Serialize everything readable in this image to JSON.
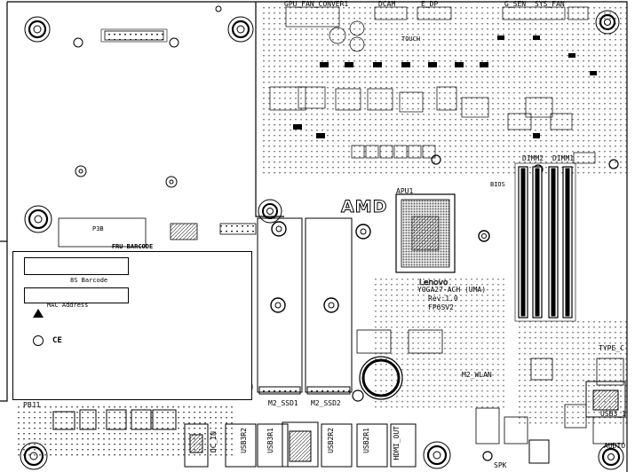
{
  "board": {
    "model": "YOGA27-ACH (UMA)",
    "revision": "Rev:1.0",
    "fru": "FP6SV2",
    "brand_amd": "AMD",
    "brand_lenovo": "Lenovo"
  },
  "labels": {
    "gpu_fan_conn": "GPU_FAN_CONVER1",
    "dcam": "DCAM",
    "edp": "E_DP",
    "g_sen": "G_SEN",
    "sys_fan": "SYS_FAN",
    "touch": "TOUCH",
    "apu": "APU1",
    "dimm2": "DIMM2",
    "dimm1": "DIMM1",
    "bios": "BIOS",
    "m2_ssd1": "M2_SSD1",
    "m2_ssd2": "M2_SSD2",
    "m2_wlan": "M2_WLAN",
    "type_c": "TYPE_C",
    "usb3_1": "USB3_1",
    "audio": "AUDIO",
    "spk": "SPK",
    "pbj1": "PBJ1",
    "dc_in": "DC_IN",
    "usb3_r2": "USB3R2",
    "usb3_r1": "USB3R1",
    "usb2_r2": "USB2R2",
    "usb2_r1": "USB2R1",
    "hdmi_out": "HDMI_OUT",
    "p3b": "P3B"
  },
  "fru_label": {
    "title": "FRU BARCODE",
    "sn": "8S Barcode",
    "mac": "MAC Address",
    "ce": "CE"
  }
}
